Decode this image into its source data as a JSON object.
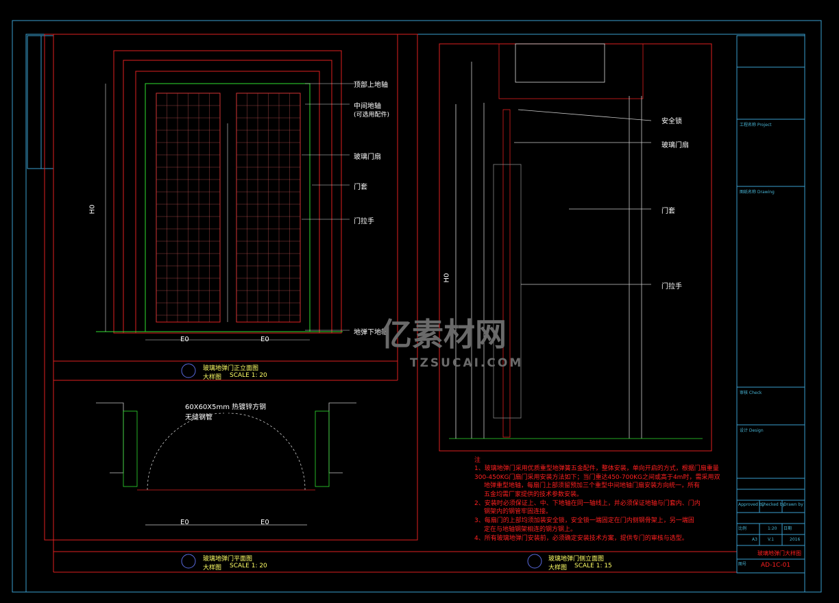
{
  "front_elevation": {
    "labels": [
      "顶部上地轴",
      "中间地轴",
      "(可选用配件)",
      "玻璃门扇",
      "门套",
      "门拉手",
      "地弹下地轴"
    ],
    "dims": [
      "E0",
      "E0"
    ],
    "height_dim": "H0",
    "title": "玻璃地弹门正立面图",
    "subtitle": "大样图",
    "scale": "SCALE  1:  20"
  },
  "plan": {
    "labels": [
      "60X60X5mm 热镀锌方钢",
      "无缝钢管"
    ],
    "dims": [
      "E0",
      "E0"
    ],
    "title": "玻璃地弹门平面图",
    "subtitle": "大样图",
    "scale": "SCALE  1:  20"
  },
  "section": {
    "labels": [
      "安全锁",
      "玻璃门扇",
      "门套",
      "门拉手"
    ],
    "height_dim": "H0",
    "title": "玻璃地弹门侧立面图",
    "subtitle": "大样图",
    "scale": "SCALE  1:  15"
  },
  "notes": {
    "heading": "注",
    "lines": [
      "1、玻璃地弹门采用优质重型地弹簧五金配件，整体安装，单向开启的方式，根据门扇重量",
      "300-450KG门扇门采用安装方法如下；当门重达450-700KG之间或高于4m时，需采用双",
      "地弹重型地轴，每扇门上部须留预加三个重型中间地轴门扇安装方向统一，所有",
      "五金均需厂家提供的技术参数安装。",
      "2、安装时必须保证上、中、下地轴在同一轴线上，并必须保证地轴与门套内、门内",
      "钢架内的钢管牢固连接。",
      "3、每扇门的上部均须加装安全锁，安全锁一端固定在门内侧钢骨架上，另一端固",
      "定在与地轴钢架相连的钢方钢上。",
      "4、所有玻璃地弹门安装前，必须确定安装技术方案，提供专门的审核与选型。"
    ]
  },
  "title_block": {
    "fields": [
      "工程名称 Project",
      "图纸名称 Drawing",
      "审核 Check",
      "设计 Design",
      "Approved by",
      "Checked by",
      "Drawn by",
      "图号",
      "比例",
      "日期"
    ],
    "drawing_name": "玻璃地弹门大样图",
    "drawing_no": "AD-1C-01",
    "scale_val": "1:20",
    "sheet": "A3",
    "rev": "V.1",
    "date": "2016"
  },
  "watermark": {
    "brand": "亿素材网",
    "sub": "TZSUCAI.COM"
  },
  "colors": {
    "frame": "#e02020",
    "border": "#3a9fd0",
    "line": "#ffffff",
    "accent": "#ffff00",
    "green": "#30e030"
  }
}
